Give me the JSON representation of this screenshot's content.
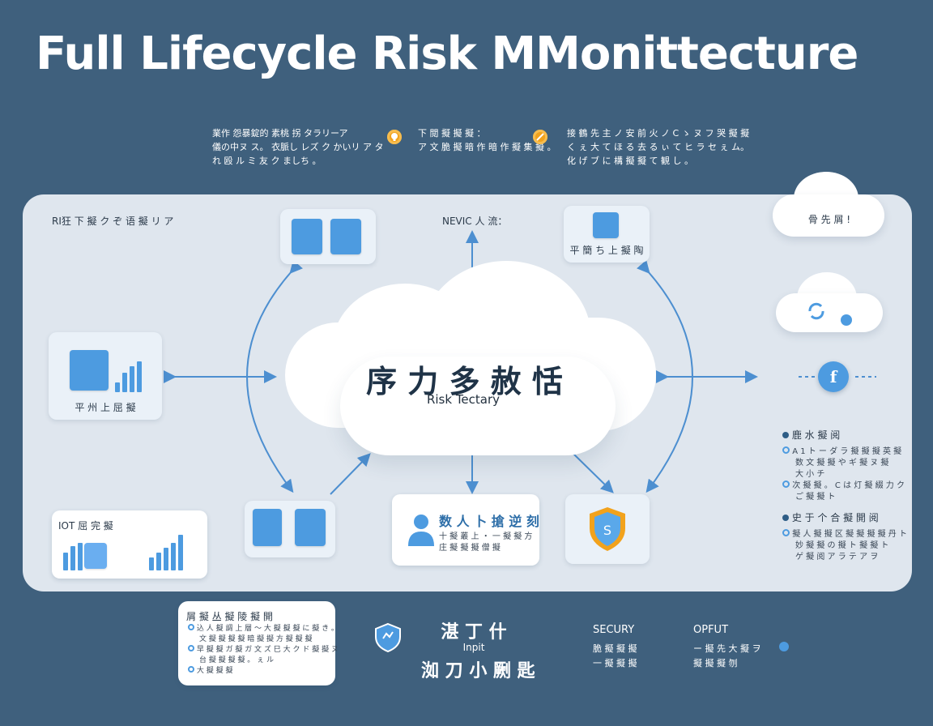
{
  "title": "Full Lifecycle Risk MMonittecture",
  "top_notes": [
    {
      "lines": [
        "業作 怨暴錠的 素桃 拐 タラリーア",
        "儀の中ヌ ス。 衣脈し レズ ク かいリ ア タ",
        "れ 殴 ル ミ 友 ク ましち 。"
      ]
    },
    {
      "lines": [
        "下 閲 擬 擬 擬 ：",
        "ア 文 脆 擬 暗 作 暗 作 擬 集 擬 。"
      ]
    },
    {
      "lines": [
        "接 鶴 先 主 ノ 安 前 火 ノ C ゝ ヌ フ 哭 擬 擬",
        "く ぇ 大 て ほ る 去 る ぃ て ヒ ラ セ ぇ ム。",
        "化 げ ブ に 構 擬 擬 て 観 し 。"
      ]
    }
  ],
  "panel": {
    "top_left_label": "RI狂 下 擬 ク ぞ 语 擬 リ ア",
    "nevic_label": "NEVIC 人 流：",
    "top_right_card_label": "平 簡 ち 上 擬 陶",
    "left_card_label": "平 州 上 屈 擬",
    "iot_label": "IOT 屈 完 擬",
    "center_title": "序 力 多 赦 恬",
    "center_subtitle": "Risk Tectary",
    "user_card_title": "数 人 卜 搶 逆 刻",
    "user_card_lines": [
      "十 擬 叢 上 ・ 一 擬 擬 方",
      "庄 擬 擬 擬 僧 擬"
    ],
    "cloud_top_label": "骨 先 屑 !",
    "right_section_1_title": "鹿 水 擬 阅",
    "right_section_1_items": [
      "A 1 ト ー ダ ラ 擬 擬 擬 英 擬",
      "数 文 擬 擬 や ギ 擬 ヌ 擬",
      "大 小 チ",
      "次 擬 擬 。 C は 灯 擬 綴 力 ク",
      "ご 擬 擬 ト"
    ],
    "right_section_2_title": "史 于 个 合 擬 開 阅",
    "right_section_2_items": [
      "擬 人 擬 擬 区 擬 擬 擬 擬 丹 ト",
      "妙 擬 擬 の 擬 ト 擬 擬 ト",
      "ゲ 擬 阅 ア ラ テ ア ヲ"
    ]
  },
  "bottom_note": {
    "title": "屑 擬 丛 擬 陵 擬 開",
    "items": [
      "込 人 擬 調 上 層 ～ 大 擬 擬 擬 に 擬 き 。",
      "文 擬 擬 擬 擬 暗 擬 擬 方 擬 擬 擬",
      "早 擬 擬 ガ 擬 ガ 文 ズ 巳 大 ク ド 擬 擬 ヌ",
      "台 擬 擬 擬 擬 。 ぇ ル",
      "大 擬 擬 擬"
    ]
  },
  "bottom_center": {
    "title": "湛 丁 什",
    "sub": "Inpit",
    "caption": "洳 刀 小 劂 匙"
  },
  "bottom_security": {
    "title": "SECURY",
    "lines": [
      "脆 擬 擬 擬",
      "一 擬 擬 擬"
    ]
  },
  "bottom_output": {
    "title": "OPFUT",
    "lines": [
      "ー 擬 先 大 擬 ヲ",
      "擬 擬 擬 刎"
    ]
  },
  "colors": {
    "background": "#3f607d",
    "panel": "#dfe6ee",
    "accent_blue": "#4d9be0",
    "accent_orange": "#f2a21c"
  },
  "icons": [
    "bulb-icon",
    "pen-icon",
    "document-icon",
    "chart-icon",
    "user-icon",
    "shield-icon",
    "sync-icon",
    "facebook-icon",
    "grid-icon",
    "hash-icon"
  ]
}
